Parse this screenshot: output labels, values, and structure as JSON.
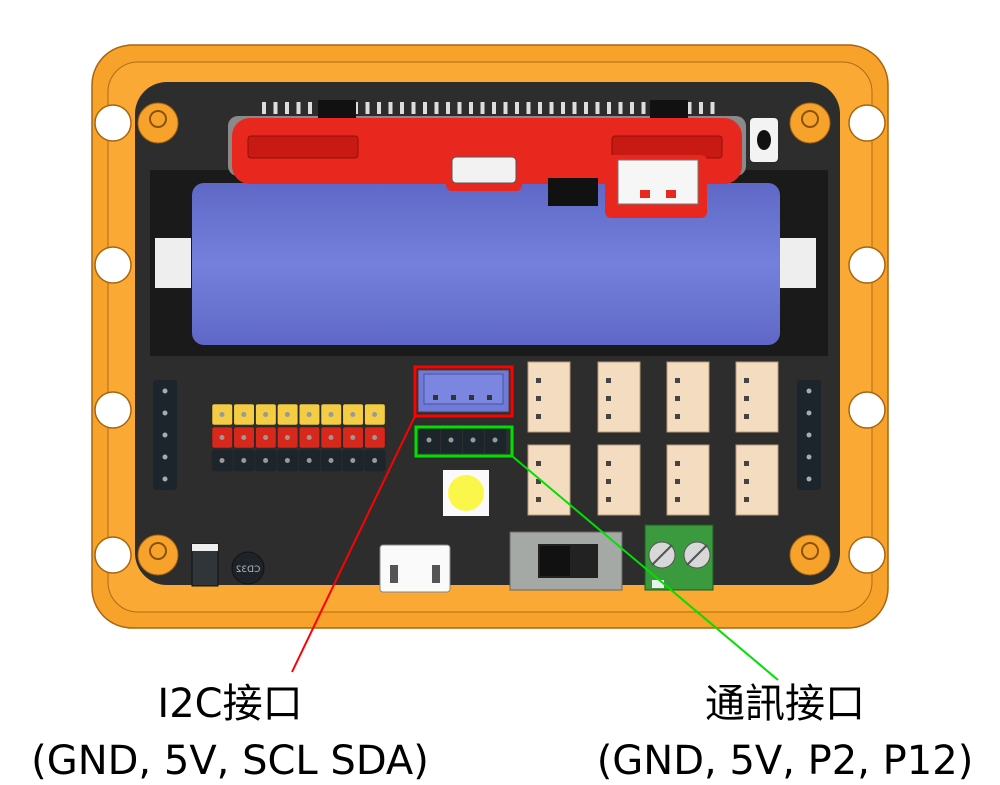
{
  "labels": {
    "i2c_title": "I2C接口",
    "i2c_pins": "(GND, 5V, SCL SDA)",
    "comm_title": "通訊接口",
    "comm_pins": "(GND, 5V, P2, P12)"
  },
  "board": {
    "inductor_marking": "CD32",
    "header_columns": 8,
    "jst_connectors": 8
  },
  "colors": {
    "frame": "#f7a22a",
    "board": "#2d2d2d",
    "battery": "#6f7bd6",
    "module": "#e8281e",
    "i2c_highlight": "#ff0000",
    "comm_highlight": "#00e000"
  }
}
